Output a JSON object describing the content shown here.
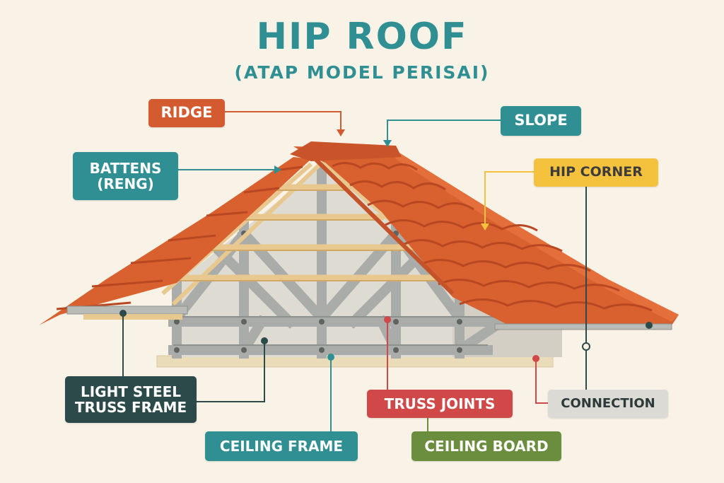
{
  "title": "HIP ROOF",
  "subtitle": "(ATAP MODEL PERISAI)",
  "colors": {
    "teal": "#2f8f93",
    "orange": "#d45a30",
    "tile": "#d9612f",
    "tile_dark": "#b84722",
    "yellow": "#f4c23c",
    "red": "#d04848",
    "green": "#6b8e3e",
    "dark": "#2c4a4a",
    "grey": "#dcdad4",
    "steel": "#a9aca8",
    "steel_dark": "#7f8380",
    "wood": "#e8c88e",
    "wall": "#dedbd2",
    "background": "#f8f3e6"
  },
  "labels": {
    "ridge": "RIDGE",
    "slope": "SLOPE",
    "battens_line1": "BATTENS",
    "battens_line2": "(RENG)",
    "hip_corner": "HIP CORNER",
    "light_steel_line1": "LIGHT STEEL",
    "light_steel_line2": "TRUSS FRAME",
    "truss_joints": "TRUSS JOINTS",
    "connection": "CONNECTION",
    "ceiling_frame": "CEILING FRAME",
    "ceiling_board": "CEILING BOARD"
  }
}
